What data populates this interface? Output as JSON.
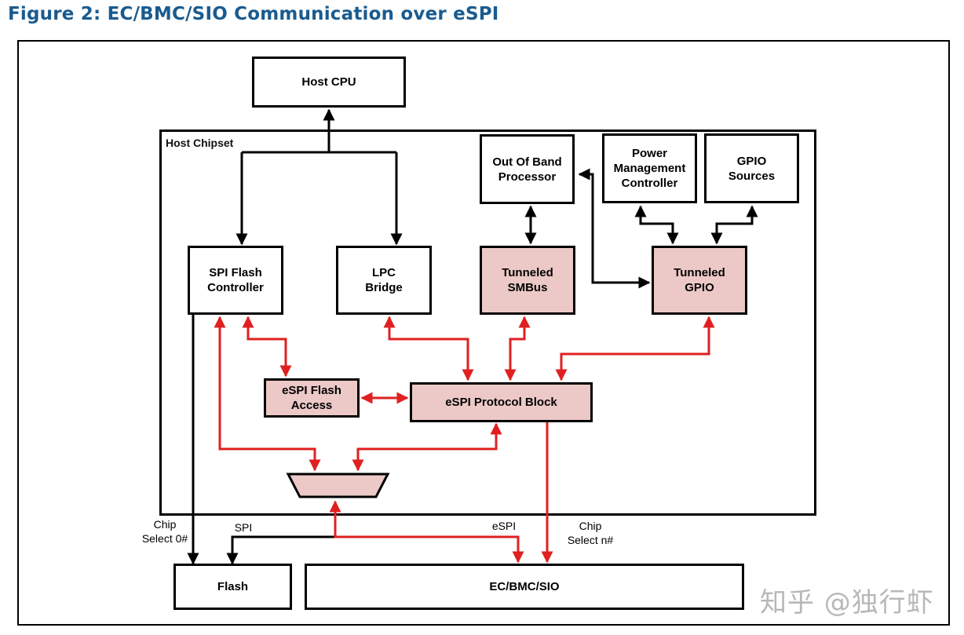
{
  "title": "Figure 2: EC/BMC/SIO Communication over eSPI",
  "chipset_label": "Host Chipset",
  "blocks": {
    "host_cpu": "Host CPU",
    "oob_processor": "Out Of Band\nProcessor",
    "pmc": "Power\nManagement\nController",
    "gpio_sources": "GPIO\nSources",
    "spi_flash_controller": "SPI Flash\nController",
    "lpc_bridge": "LPC\nBridge",
    "tunneled_smbus": "Tunneled\nSMBus",
    "tunneled_gpio": "Tunneled\nGPIO",
    "espi_flash_access": "eSPI Flash\nAccess",
    "espi_protocol_block": "eSPI Protocol Block",
    "flash": "Flash",
    "ec_bmc_sio": "EC/BMC/SIO"
  },
  "labels": {
    "chip_select_0": "Chip\nSelect 0#",
    "spi": "SPI",
    "espi": "eSPI",
    "chip_select_n": "Chip\nSelect n#"
  },
  "colors": {
    "title": "#1a5b8f",
    "accent_block": "#ecc9c7",
    "espi_link": "#e02020",
    "host_link": "#000000"
  },
  "watermark": "知乎 @独行虾"
}
